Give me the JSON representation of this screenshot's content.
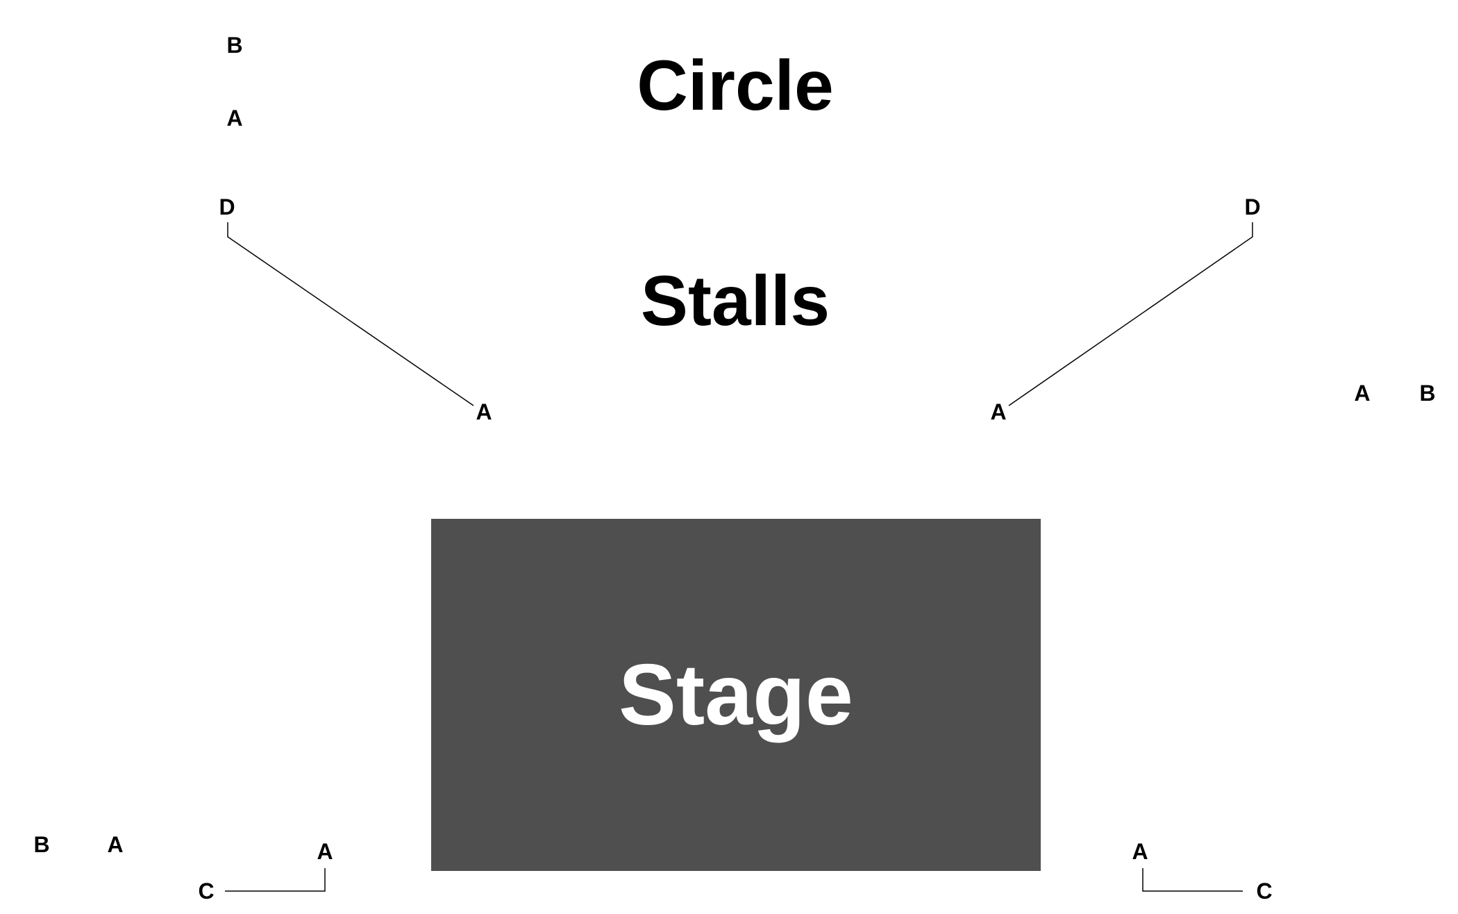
{
  "colors": {
    "background": "#ffffff",
    "text": "#000000",
    "stage_fill": "#4f4f4f",
    "stage_text": "#ffffff",
    "connector_line": "#000000"
  },
  "sections": {
    "circle": "Circle",
    "stalls": "Stalls",
    "stage": "Stage"
  },
  "row_labels": {
    "circle_left_b": "B",
    "circle_left_a": "A",
    "stalls_left_d": "D",
    "stalls_left_a": "A",
    "stalls_right_d": "D",
    "stalls_right_a": "A",
    "right_box_a": "A",
    "right_box_b": "B",
    "left_box_b": "B",
    "left_box_a": "A",
    "lower_left_a": "A",
    "lower_left_c": "C",
    "lower_right_a": "A",
    "lower_right_c": "C"
  }
}
